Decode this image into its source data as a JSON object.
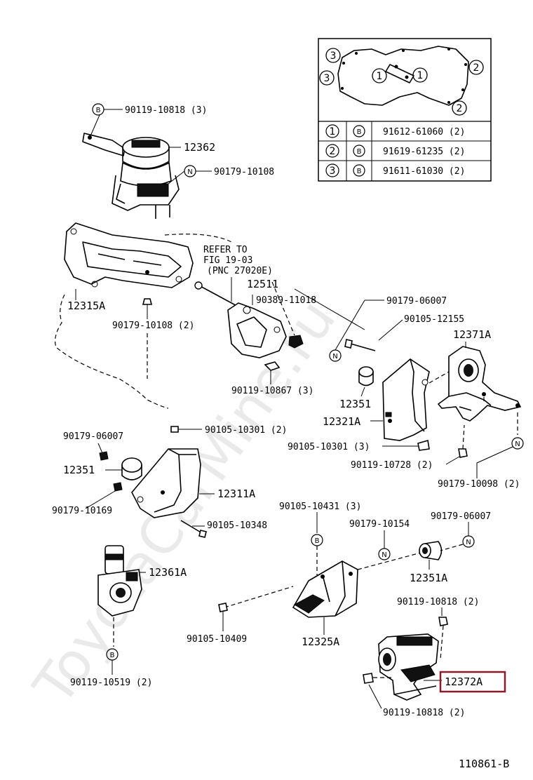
{
  "watermark": "ToyotaCarMine.ru",
  "figure_id": "110861-B",
  "refer_note": [
    "REFER TO",
    "FIG 19-03",
    "(PNC 27020E)"
  ],
  "symbols": {
    "bolt": "B",
    "nut": "N"
  },
  "legend": [
    {
      "num": "1",
      "sym": "B",
      "part": "91612-61060 (2)"
    },
    {
      "num": "2",
      "sym": "B",
      "part": "91619-61235 (2)"
    },
    {
      "num": "3",
      "sym": "B",
      "part": "91611-61030 (2)"
    }
  ],
  "labels": {
    "p90119_10818_3": "90119-10818 (3)",
    "p12362": "12362",
    "p90179_10108": "90179-10108",
    "p12315A": "12315A",
    "p90179_10108_2": "90179-10108 (2)",
    "p12511": "12511",
    "p90389_11018": "90389-11018",
    "p90179_06007_r": "90179-06007",
    "p90105_12155": "90105-12155",
    "p12371A": "12371A",
    "p90119_10867_3": "90119-10867 (3)",
    "p12351_r": "12351",
    "p12321A": "12321A",
    "p90105_10301_3": "90105-10301 (3)",
    "p90119_10728_2": "90119-10728 (2)",
    "p90179_10098_2": "90179-10098 (2)",
    "p90179_06007_l": "90179-06007",
    "p90105_10301_2": "90105-10301 (2)",
    "p12351_l": "12351",
    "p12311A": "12311A",
    "p90179_10169": "90179-10169",
    "p90105_10348": "90105-10348",
    "p90105_10431_3": "90105-10431 (3)",
    "p90179_10154": "90179-10154",
    "p90179_06007_b": "90179-06007",
    "p12351A": "12351A",
    "p12361A": "12361A",
    "p90119_10818_2a": "90119-10818 (2)",
    "p90105_10409": "90105-10409",
    "p12325A": "12325A",
    "p12372A": "12372A",
    "p90119_10519_2": "90119-10519 (2)",
    "p90119_10818_2b": "90119-10818 (2)"
  },
  "highlight_color": "#8b1a2b"
}
